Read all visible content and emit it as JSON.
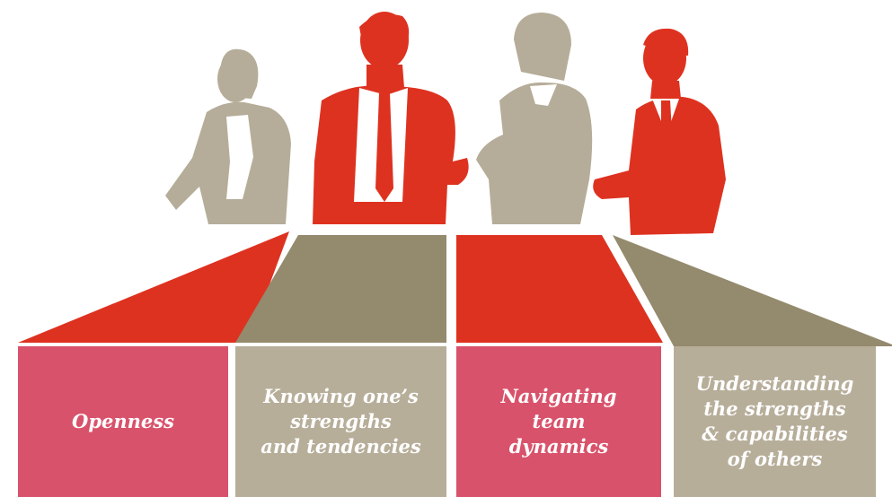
{
  "colors": {
    "red": "#de3220",
    "taupe": "#b5ad99",
    "taupe_dark": "#948a6d",
    "pink": "#d9526b",
    "beige": "#b7ae9a",
    "background": "#ffffff"
  },
  "pillars": [
    {
      "lines": [
        "Openness"
      ]
    },
    {
      "lines": [
        "Knowing one’s",
        "strengths",
        "and tendencies"
      ]
    },
    {
      "lines": [
        "Navigating",
        "team",
        "dynamics"
      ]
    },
    {
      "lines": [
        "Understanding",
        "the strengths",
        "& capabilities",
        "of others"
      ]
    }
  ]
}
